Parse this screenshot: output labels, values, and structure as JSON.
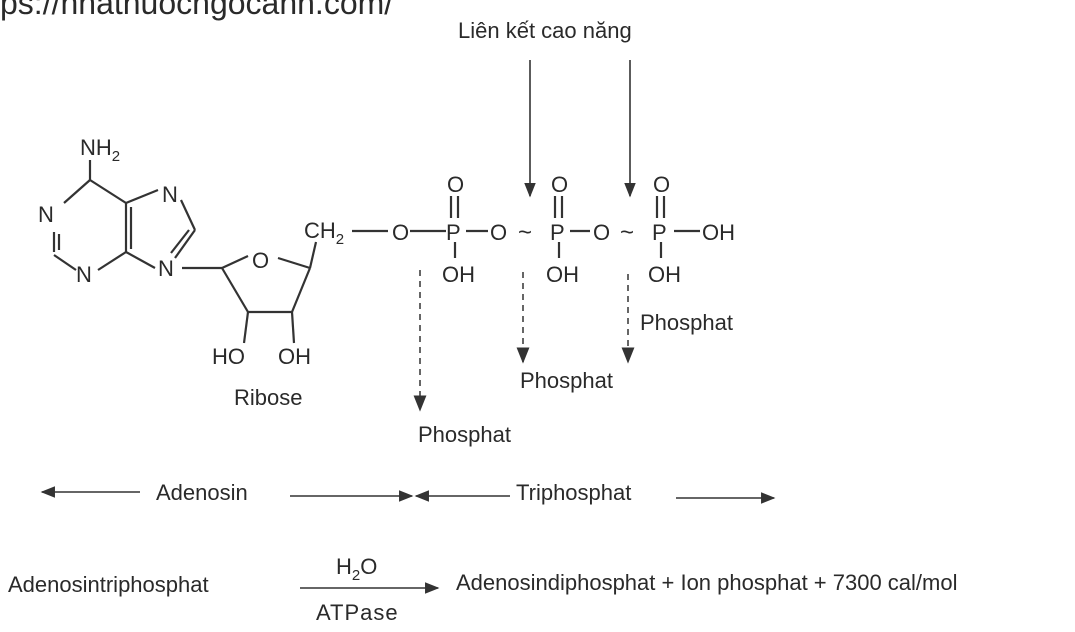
{
  "header": {
    "url_fragment": "ps://nhathuocngocanh.com/"
  },
  "labels": {
    "high_energy_bond": "Liên kết cao năng",
    "ribose": "Ribose",
    "phosphat_1": "Phosphat",
    "phosphat_2": "Phosphat",
    "phosphat_3": "Phosphat"
  },
  "atoms": {
    "nh2": "NH",
    "nh2_sub": "2",
    "n_ring_left": "N",
    "n_ring_bottom": "N",
    "n_imid_top": "N",
    "n_imid_link": "N",
    "ring_o": "O",
    "ch2": "CH",
    "ch2_sub": "2",
    "bridge_o1": "O",
    "bridge_o2": "O",
    "bridge_o3": "O",
    "p1": "P",
    "p2": "P",
    "p3": "P",
    "oxo1": "O",
    "oxo2": "O",
    "oxo3": "O",
    "oh_p1": "OH",
    "oh_p2": "OH",
    "oh_p3": "OH",
    "oh_terminal": "OH",
    "ho_ribose": "HO",
    "oh_ribose": "OH",
    "tilde1": "~",
    "tilde2": "~"
  },
  "sections": {
    "adenosin": "Adenosin",
    "triphosphat": "Triphosphat"
  },
  "reaction": {
    "reactant": "Adenosintriphosphat",
    "water": "H",
    "water_sub": "2",
    "water_tail": "O",
    "enzyme": "ATPase",
    "products": "Adenosindiphosphat + Ion phosphat + 7300 cal/mol"
  }
}
